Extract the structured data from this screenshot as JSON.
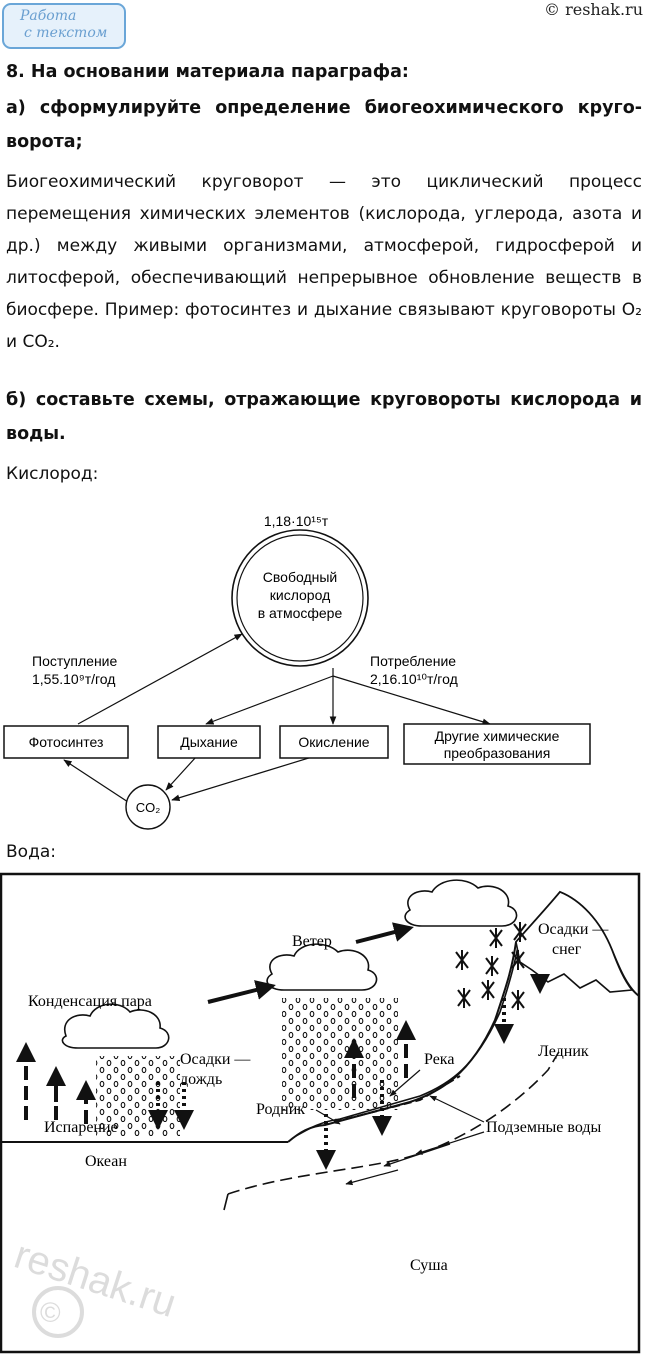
{
  "badge": {
    "line1": "Работа",
    "line2": "с текстом"
  },
  "site": "© reshak.ru",
  "task": {
    "title": "8. На основании материала параграфа:",
    "a_line1": "а) сформулируйте определение биогеохимического круго-",
    "a_line2": "ворота;",
    "answer_lines": [
      "Биогеохимический круговорот — это циклический процесс",
      "перемещения химических элементов (кислорода, углерода, азота и",
      "др.) между живыми организмами, атмосферой, гидросферой и",
      "литосферой, обеспечивающий непрерывное обновление веществ в",
      "биосфере. Пример: фотосинтез и дыхание связывают круговороты O₂",
      "и CO₂."
    ],
    "b_line1": "б) составьте схемы, отражающие круговороты кислорода и",
    "b_line2": "воды."
  },
  "oxygen": {
    "label": "Кислород:",
    "mass": "1,18·10¹⁵т",
    "circle_lines": [
      "Свободный",
      "кислород",
      "в атмосфере"
    ],
    "intake_lines": [
      "Поступление",
      "1,55.10⁹т/год"
    ],
    "consumption_lines": [
      "Потребление",
      "2,16.10¹⁰т/год"
    ],
    "boxes": {
      "photosynthesis": "Фотосинтез",
      "respiration": "Дыхание",
      "oxidation": "Окисление",
      "other_lines": [
        "Другие химические",
        "преобразования"
      ]
    },
    "co2": "CO₂"
  },
  "water": {
    "label": "Вода:",
    "wind": "Ветер",
    "snow_lines": [
      "Осадки —",
      "снег"
    ],
    "condensation": "Конденсация пара",
    "rain_lines": [
      "Осадки —",
      "дождь"
    ],
    "glacier": "Ледник",
    "river": "Река",
    "spring": "Родник",
    "evaporation": "Испарение",
    "groundwater": "Подземные воды",
    "ocean": "Океан",
    "land": "Суша",
    "watermark": "reshak.ru"
  }
}
